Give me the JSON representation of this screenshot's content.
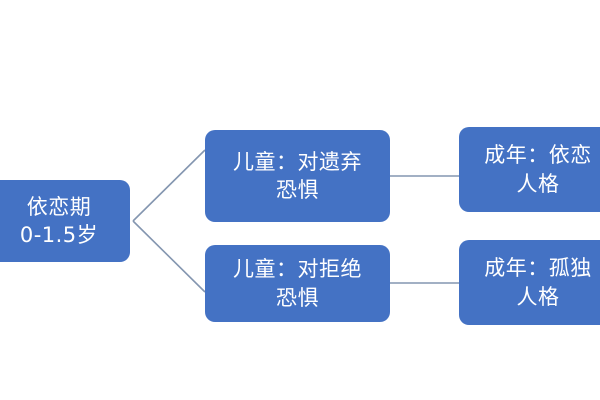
{
  "diagram": {
    "type": "horizontal-tree-flowchart",
    "background_color": "#FFFFFF",
    "node_fill_color": "#4472C4",
    "node_text_color": "#FFFFFF",
    "connector_color": "#8496B0",
    "nodes": {
      "root": {
        "label": "依恋期\n0-1.5岁",
        "line1": "依恋期",
        "line2": "0-1.5岁"
      },
      "child_abandonment": {
        "label": "儿童：对遗弃\n恐惧",
        "line1": "儿童：对遗弃",
        "line2": "恐惧"
      },
      "child_rejection": {
        "label": "儿童：对拒绝\n恐惧",
        "line1": "儿童：对拒绝",
        "line2": "恐惧"
      },
      "adult_attached": {
        "label": "成年：依恋\n人格",
        "line1": "成年：依恋",
        "line2": "人格"
      },
      "adult_lonely": {
        "label": "成年：孤独\n人格",
        "line1": "成年：孤独",
        "line2": "人格"
      }
    },
    "connectors": [
      {
        "from": "root",
        "to": "child_abandonment",
        "style": "diagonal"
      },
      {
        "from": "root",
        "to": "child_rejection",
        "style": "diagonal"
      },
      {
        "from": "child_abandonment",
        "to": "adult_attached",
        "style": "horizontal"
      },
      {
        "from": "child_rejection",
        "to": "adult_lonely",
        "style": "horizontal"
      }
    ]
  }
}
